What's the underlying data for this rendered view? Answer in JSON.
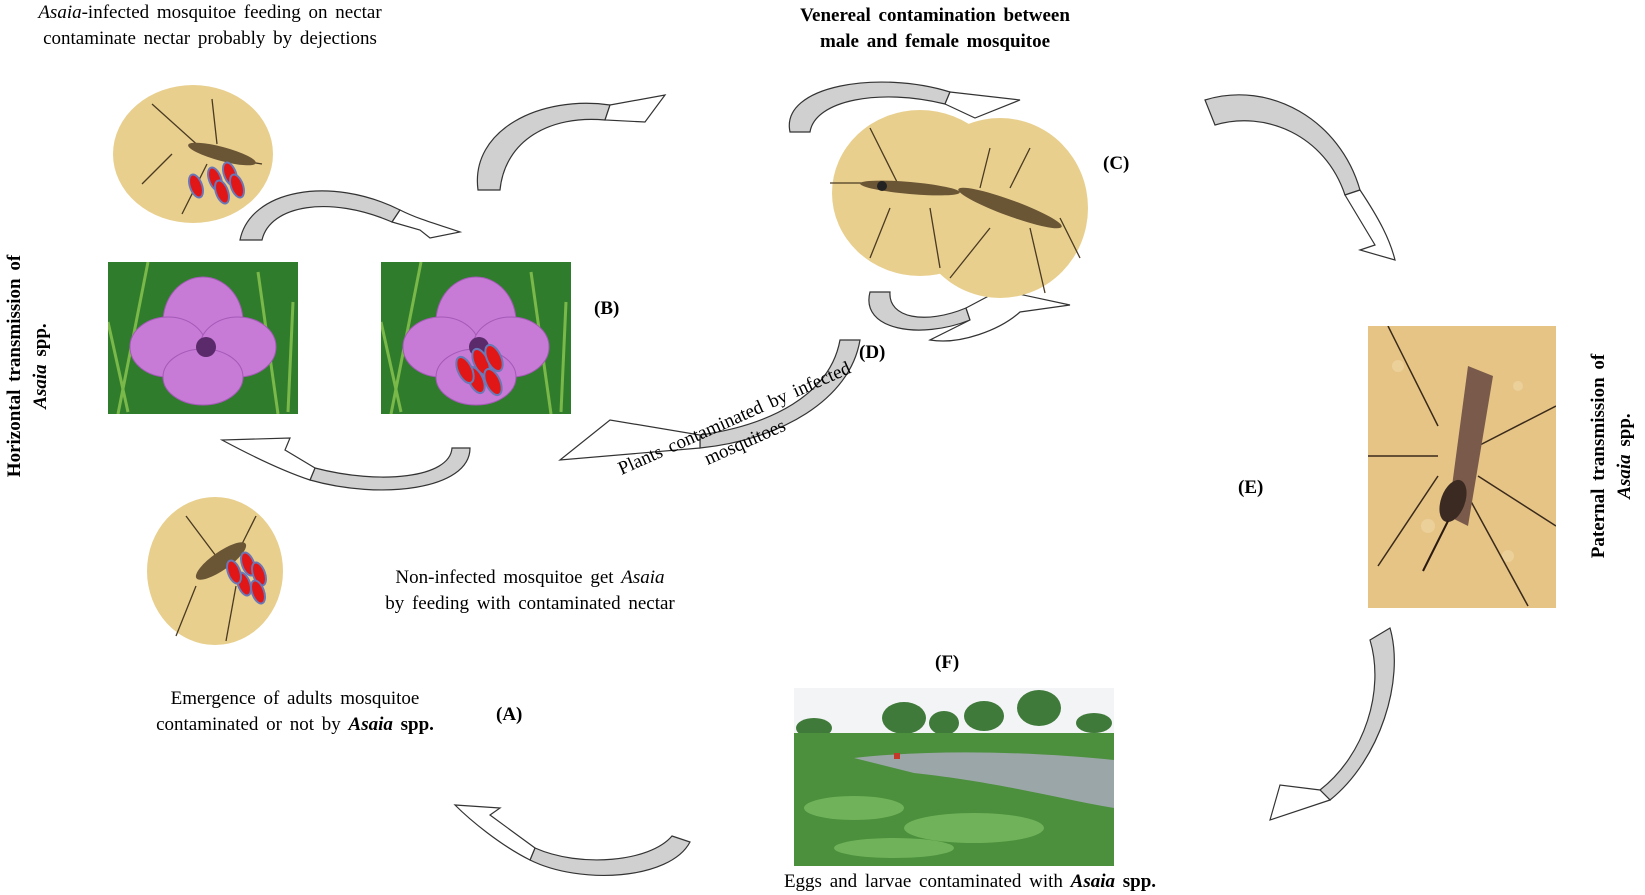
{
  "text": {
    "top_left_1_italic": "Asaia",
    "top_left_1_rest": "-infected mosquitoe feeding on nectar",
    "top_left_2": "contaminate nectar probably by dejections",
    "top_center_1": "Venereal contamination between",
    "top_center_2": "male and female mosquitoe",
    "left_vertical_1": "Horizontal transmission of",
    "left_vertical_2_italic": "Asaia",
    "left_vertical_2_rest": " spp.",
    "right_vertical_1": "Paternal transmission of",
    "right_vertical_2_italic": "Asaia",
    "right_vertical_2_rest": " spp.",
    "plants_1": "Plants contaminated by infected",
    "plants_2": "mosquitoes",
    "noninf_1_pre": "Non-infected mosquitoe get ",
    "noninf_1_italic": "Asaia",
    "noninf_2": "by feeding with contaminated nectar",
    "emergence_1": "Emergence of adults mosquitoe",
    "emergence_2_pre": "contaminated or not by ",
    "emergence_2_bold_italic": "Asaia",
    "emergence_2_bold": " spp.",
    "eggs_pre": "Eggs and larvae contaminated with ",
    "eggs_bold_italic": "Asaia",
    "eggs_bold": " spp."
  },
  "labels": {
    "A": "(A)",
    "B": "(B)",
    "C": "(C)",
    "D": "(D)",
    "E": "(E)",
    "F": "(F)"
  },
  "colors": {
    "arrow_fill": "#d0d0d0",
    "arrow_stroke": "#333333",
    "tan_disc": "#e8cf8e",
    "flower": "#c77ad6",
    "grass": "#2f7d2c",
    "bacteria": "#e11616",
    "bacteria_edge": "#6a78b8",
    "field_green": "#4c8f3c",
    "sky": "#f2f4f6"
  }
}
